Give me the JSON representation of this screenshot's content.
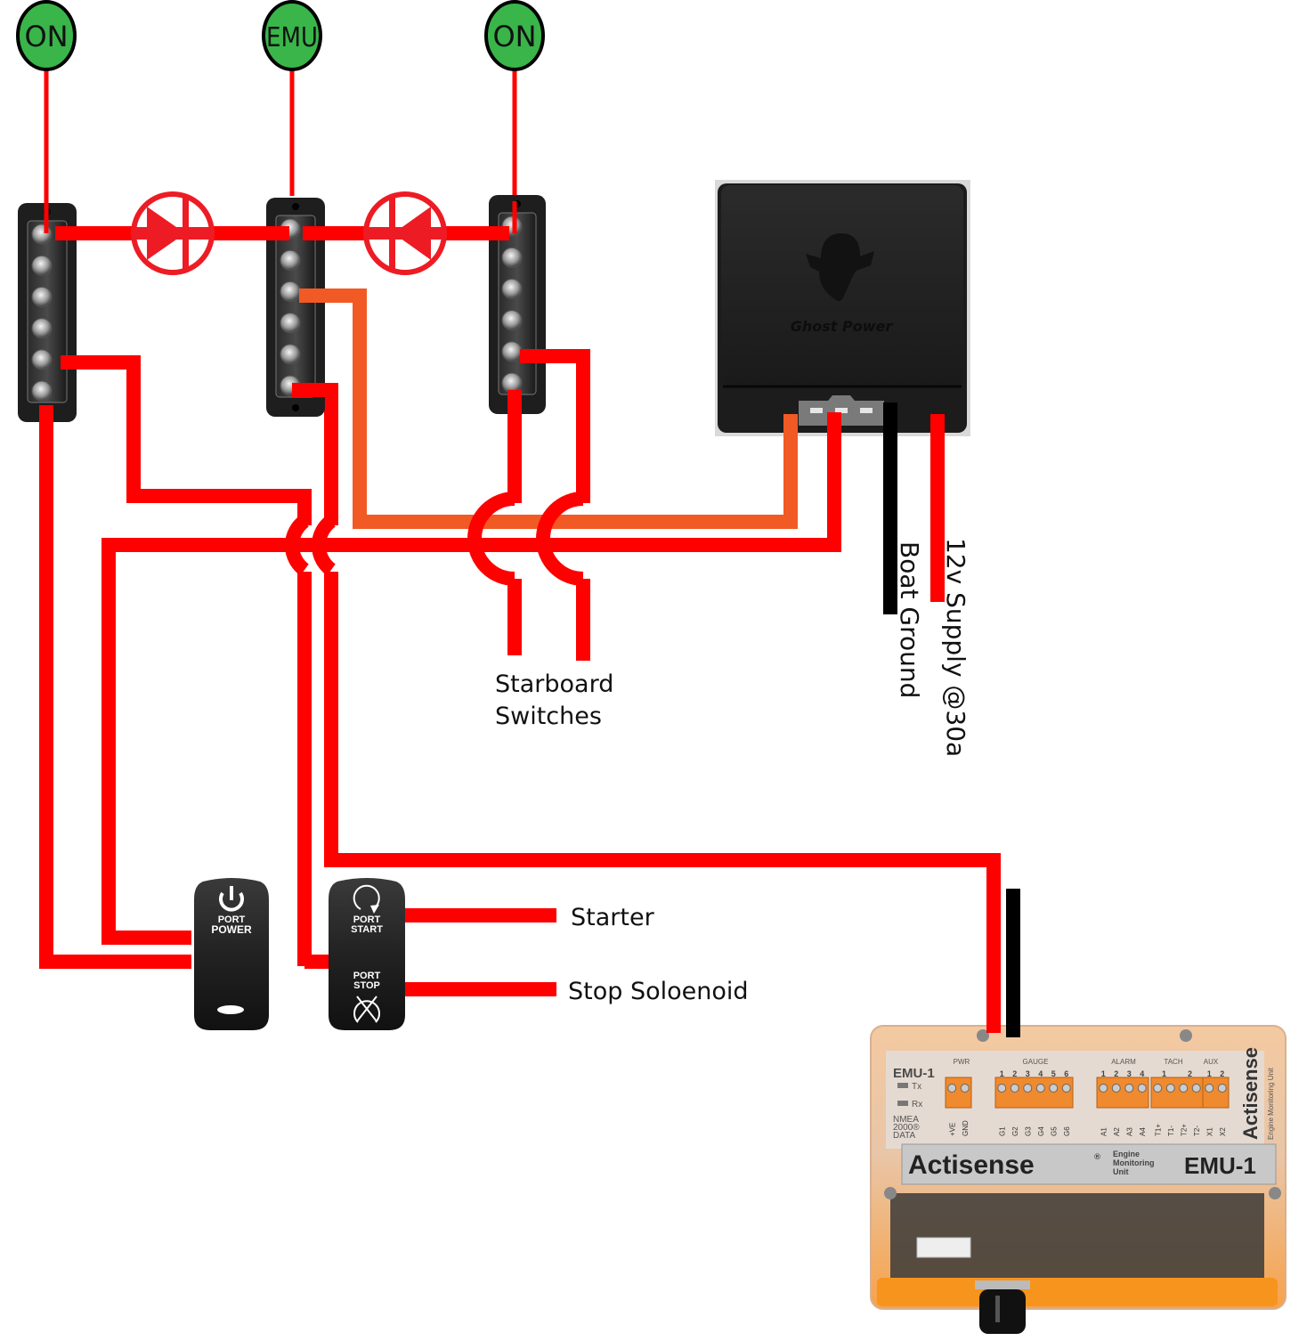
{
  "title": "Port engine wiring diagram: bus bars, Ghost Power module, rocker switches and Actisense EMU-1",
  "colors": {
    "wire_red": "#ff0000",
    "wire_orange": "#f15a24",
    "wire_black": "#000000",
    "indicator_green": "#39b54a",
    "diode_red": "#ed1c24",
    "device_dark": "#1e1e1e",
    "emu_orange": "#f7941d"
  },
  "indicators": [
    {
      "label": "ON"
    },
    {
      "label": "EMU"
    },
    {
      "label": "ON"
    }
  ],
  "bus_bars": [
    {
      "name": "left-bus-bar",
      "terminals": 6
    },
    {
      "name": "center-bus-bar",
      "terminals": 6
    },
    {
      "name": "right-bus-bar",
      "terminals": 6
    }
  ],
  "diodes": [
    {
      "direction": "left-to-right"
    },
    {
      "direction": "right-to-left"
    }
  ],
  "ghost_power": {
    "brand": "Ghost Power",
    "connector_pins": 3
  },
  "supply_labels": {
    "ground": "Boat Ground",
    "supply": "12v Supply @30a"
  },
  "starboard_label": {
    "line1": "Starboard",
    "line2": "Switches"
  },
  "switches": {
    "power": {
      "line1": "PORT",
      "line2": "POWER"
    },
    "start": {
      "line1": "PORT",
      "line2": "START"
    },
    "stop": {
      "line1": "PORT",
      "line2": "STOP"
    }
  },
  "outputs": {
    "starter": "Starter",
    "stop": "Stop Soloenoid"
  },
  "emu": {
    "model": "EMU-1",
    "brand": "Actisense",
    "reg": "®",
    "subtitle_lines": [
      "Engine",
      "Monitoring",
      "Unit"
    ],
    "side_text": "Engine Monitoring Unit",
    "leds": [
      "Tx",
      "Rx"
    ],
    "nmea_lines": [
      "NMEA",
      "2000®",
      "DATA"
    ],
    "groups": [
      "PWR",
      "GAUGE",
      "ALARM",
      "TACH",
      "AUX"
    ],
    "pwr_pins": [
      "+VE",
      "GND"
    ],
    "gauge_numbers": [
      "1",
      "2",
      "3",
      "4",
      "5",
      "6"
    ],
    "gauge_pins": [
      "G1",
      "G2",
      "G3",
      "G4",
      "G5",
      "G6"
    ],
    "alarm_numbers": [
      "1",
      "2",
      "3",
      "4"
    ],
    "alarm_pins": [
      "A1",
      "A2",
      "A3",
      "A4"
    ],
    "tach_numbers": [
      "1",
      "2"
    ],
    "tach_pins": [
      "T1+",
      "T1-",
      "T2+",
      "T2-"
    ],
    "aux_numbers": [
      "1",
      "2"
    ],
    "aux_pins": [
      "X1",
      "X2"
    ]
  }
}
